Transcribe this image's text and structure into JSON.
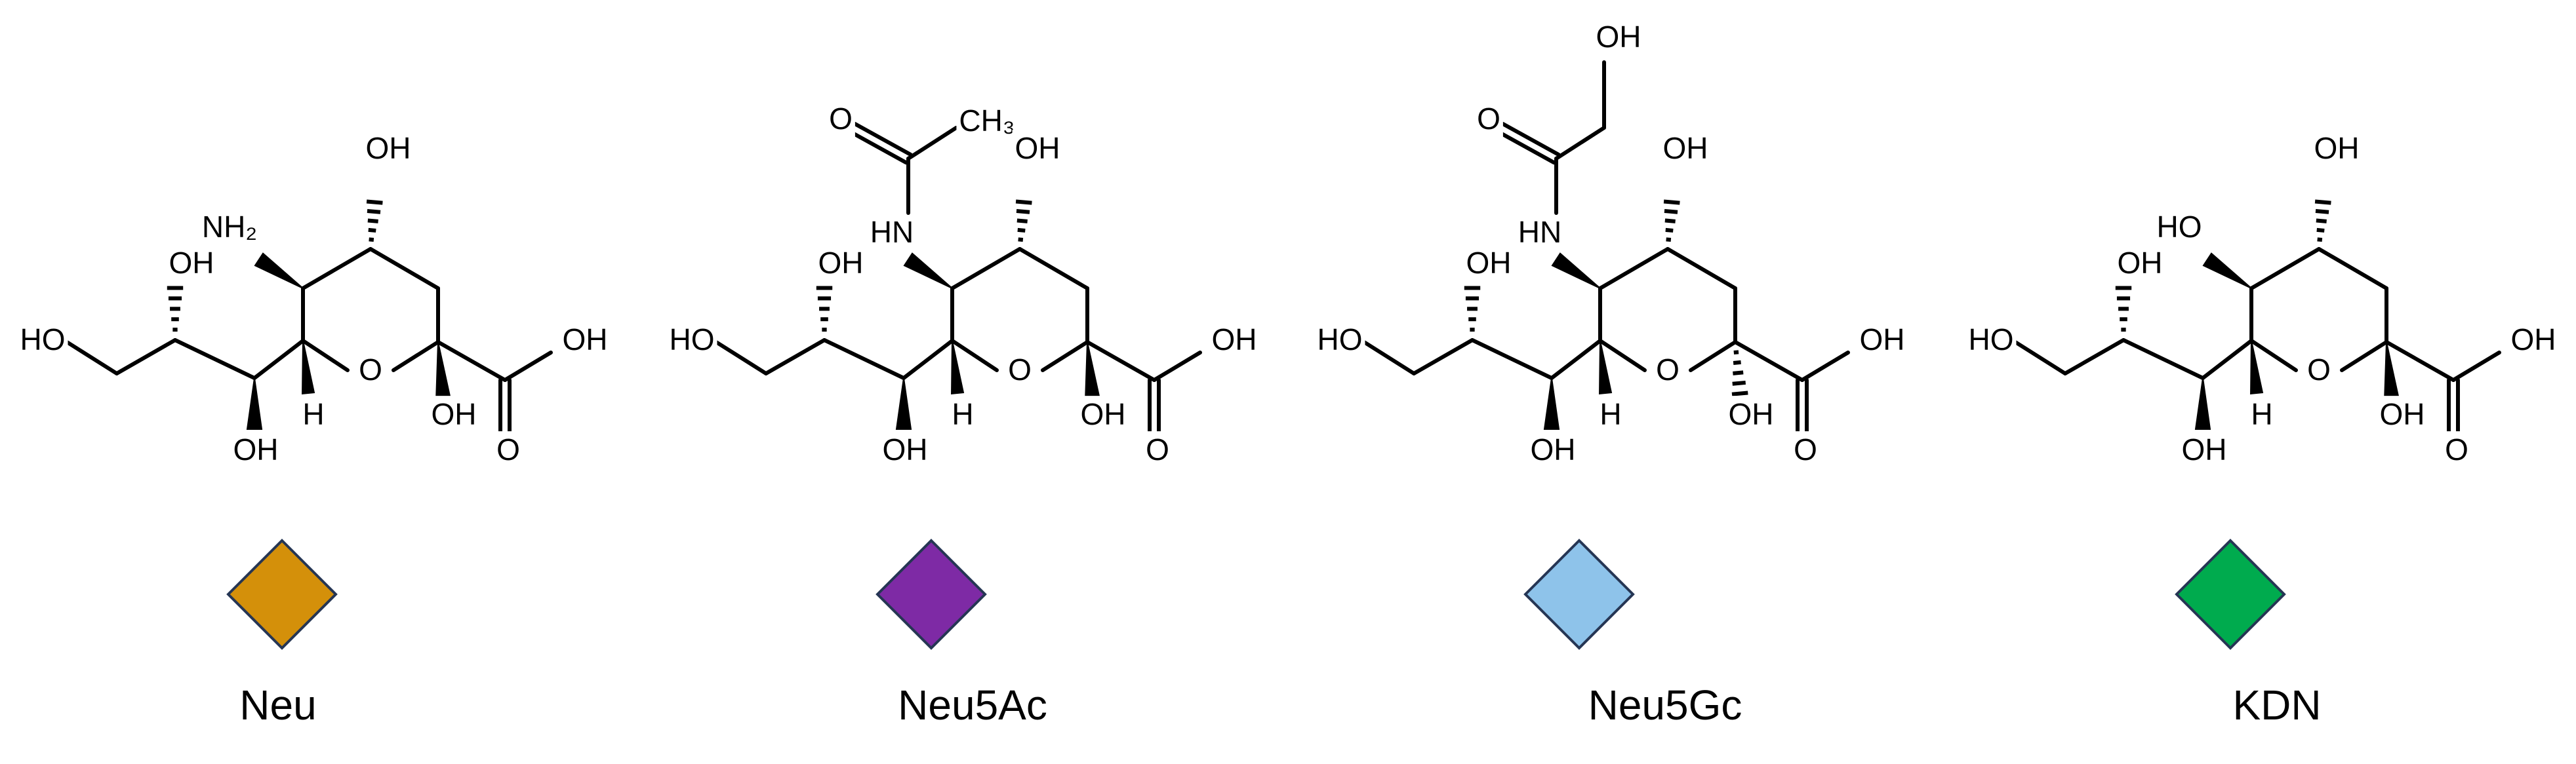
{
  "molecules": [
    {
      "name": "Neu",
      "symbol_color": "#D4900A",
      "c5_label": "NH₂",
      "c4_label": "OH",
      "c7_label": "OH",
      "c1_label": "HO",
      "c8_label": "OH",
      "ring_o_label": "O",
      "h_label": "H",
      "c2_oh_label": "OH",
      "cooh_oh_label": "OH",
      "cooh_o_label": "O",
      "c2_oh_style": "wedge",
      "c5_type": "amine"
    },
    {
      "name": "Neu5Ac",
      "symbol_color": "#7E2AA5",
      "c5_label": "HN",
      "acyl_o_label": "O",
      "acyl_end_label": "CH₃",
      "c4_label": "OH",
      "c7_label": "OH",
      "c1_label": "HO",
      "c8_label": "OH",
      "ring_o_label": "O",
      "h_label": "H",
      "c2_oh_label": "OH",
      "cooh_oh_label": "OH",
      "cooh_o_label": "O",
      "c2_oh_style": "wedge",
      "c5_type": "acetyl"
    },
    {
      "name": "Neu5Gc",
      "symbol_color": "#8EC3EA",
      "c5_label": "HN",
      "acyl_o_label": "O",
      "acyl_end_label": "OH",
      "c4_label": "OH",
      "c7_label": "OH",
      "c1_label": "HO",
      "c8_label": "OH",
      "ring_o_label": "O",
      "h_label": "H",
      "c2_oh_label": "OH",
      "cooh_oh_label": "OH",
      "cooh_o_label": "O",
      "c2_oh_style": "hash",
      "c5_type": "glycolyl"
    },
    {
      "name": "KDN",
      "symbol_color": "#00AB4E",
      "c5_label": "HO",
      "c4_label": "OH",
      "c7_label": "OH",
      "c1_label": "HO",
      "c8_label": "OH",
      "ring_o_label": "O",
      "h_label": "H",
      "c2_oh_label": "OH",
      "cooh_oh_label": "OH",
      "cooh_o_label": "O",
      "c2_oh_style": "wedge",
      "c5_type": "hydroxyl"
    }
  ]
}
